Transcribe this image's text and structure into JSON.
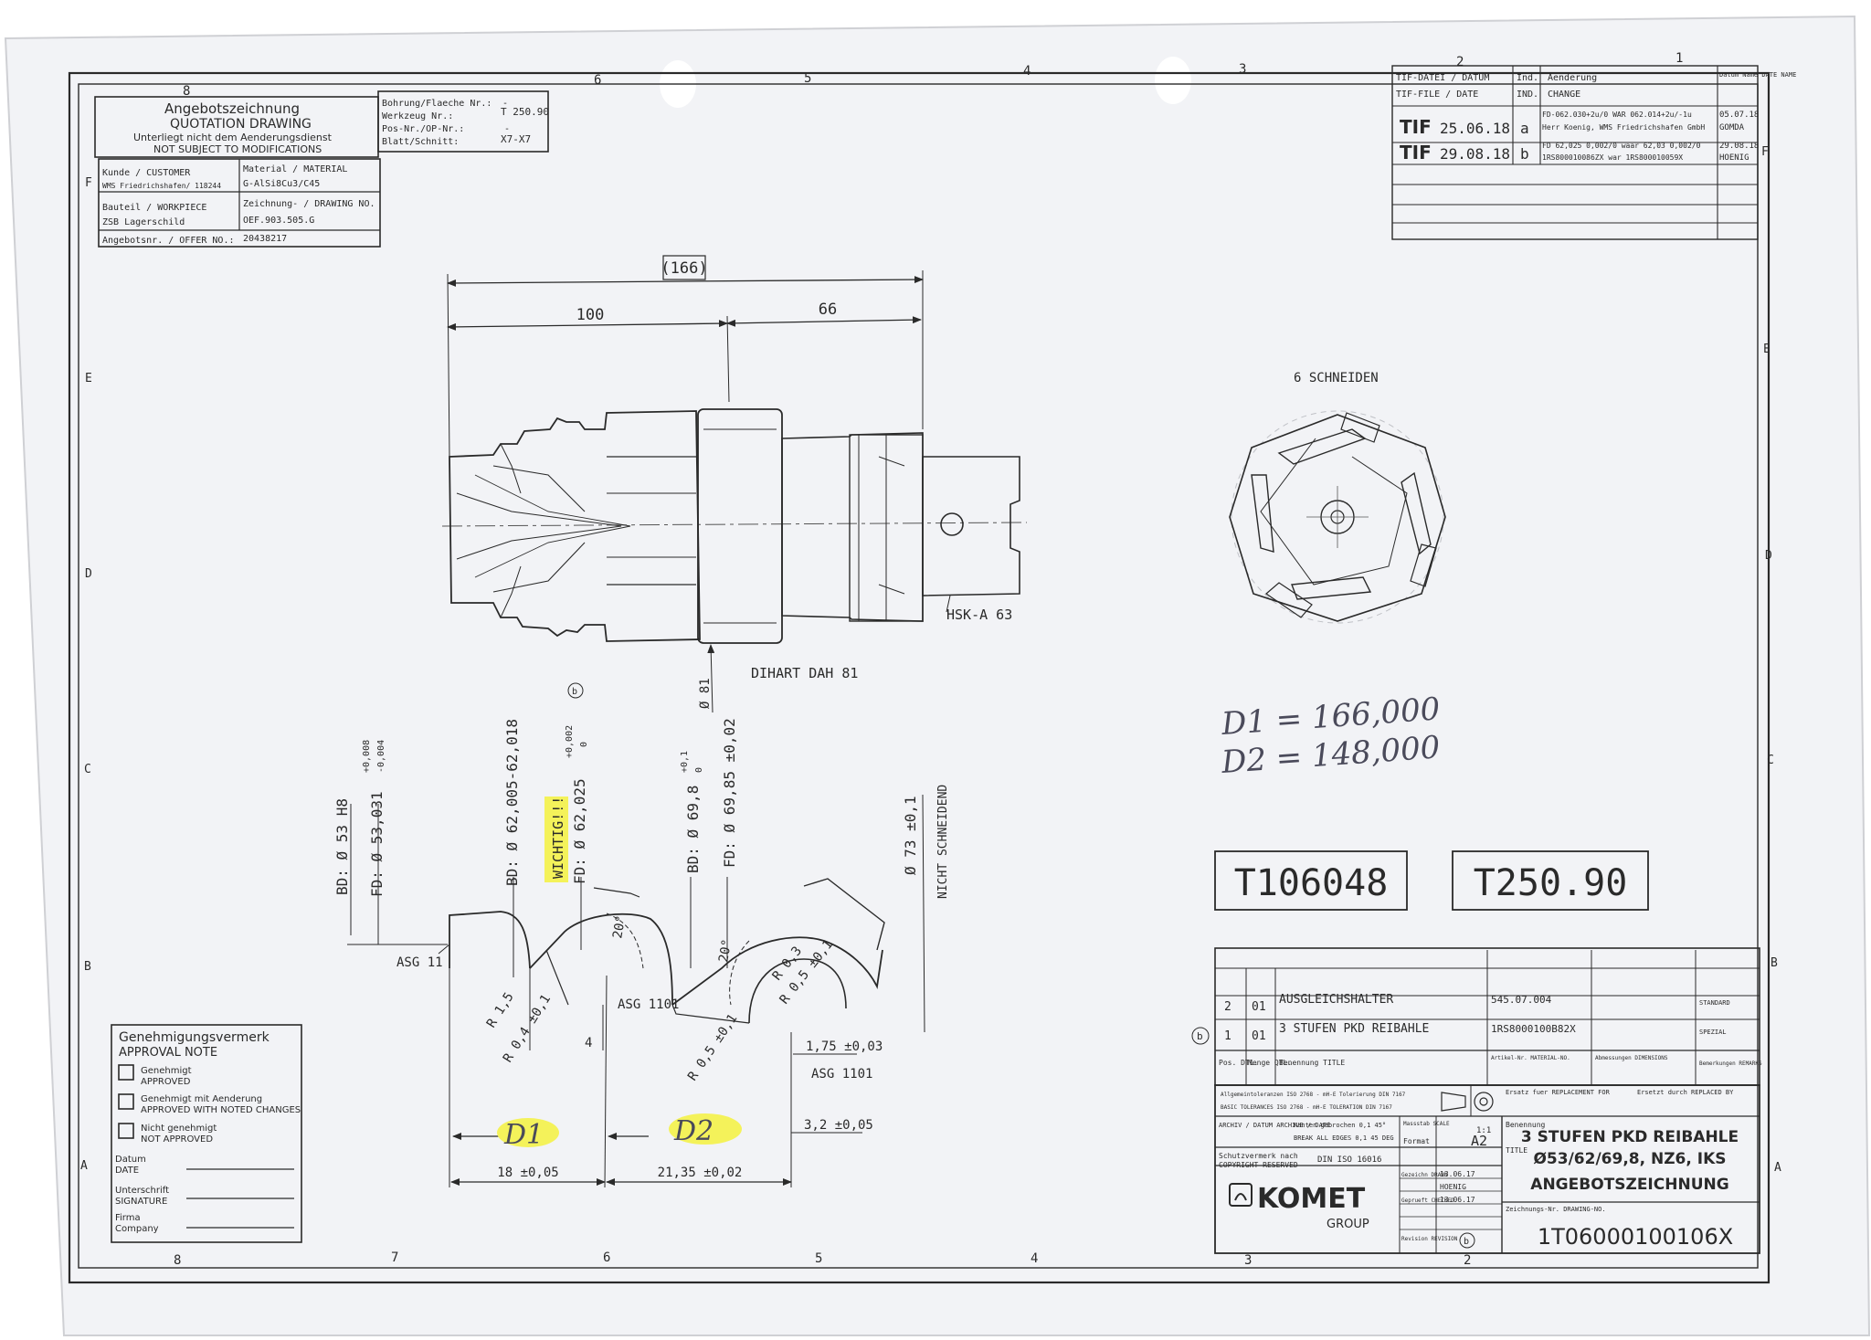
{
  "colors": {
    "paper": "#f2f3f6",
    "ink": "#2a2a2a",
    "highlight": "#f4f25a",
    "background": "#ffffff"
  },
  "grid": {
    "top_cols": [
      "8",
      "6",
      "5",
      "4",
      "3",
      "2",
      "1"
    ],
    "bottom_cols": [
      "8",
      "7",
      "6",
      "5",
      "4",
      "3",
      "2"
    ],
    "left_rows": [
      "F",
      "E",
      "D",
      "C",
      "B",
      "A"
    ],
    "right_rows": [
      "F",
      "E",
      "D",
      "C",
      "B",
      "A"
    ]
  },
  "header": {
    "title_de": "Angebotszeichnung",
    "title_en": "QUOTATION DRAWING",
    "note_de": "Unterliegt nicht dem Aenderungsdienst",
    "note_en": "NOT SUBJECT TO MODIFICATIONS",
    "bohrung_label": "Bohrung/Flaeche Nr.:",
    "bohrung_value": "-",
    "werkzeug_label": "Werkzeug Nr.:",
    "werkzeug_value": "T 250.90",
    "pos_label": "Pos-Nr./OP-Nr.:",
    "pos_value": "-",
    "blatt_label": "Blatt/Schnitt:",
    "blatt_value": "X7-X7",
    "customer_label": "Kunde / CUSTOMER",
    "customer_value": "WMS Friedrichshafen/ 118244",
    "material_label": "Material / MATERIAL",
    "material_value": "G-AlSi8Cu3/C45",
    "workpiece_label": "Bauteil / WORKPIECE",
    "workpiece_value": "ZSB Lagerschild",
    "drawing_label": "Zeichnung- / DRAWING NO.",
    "drawing_value": "OEF.903.505.G",
    "offer_label": "Angebotsnr. / OFFER NO.:",
    "offer_value": "20438217"
  },
  "revision_block": {
    "col_file": "TIF-DATEI / DATUM",
    "col_file_en": "TIF-FILE / DATE",
    "col_ind": "Ind.",
    "col_ind_en": "IND.",
    "col_change": "Aenderung",
    "col_change_en": "CHANGE",
    "col_date": "Datum Name DATE NAME",
    "rows": [
      {
        "tif": "TIF",
        "date": "25.06.18",
        "ind": "a",
        "change1": "FD-062.030+2u/0 WAR 062.014+2u/-1u",
        "change2": "Herr Koenig, WMS Friedrichshafen GmbH",
        "date1": "05.07.18",
        "name1": "GOMDA"
      },
      {
        "tif": "TIF",
        "date": "29.08.18",
        "ind": "b",
        "change1": "FD 62,025 0,002/0 waar 62,03 0,002/0",
        "change2": "1RS800010086ZX war 1RS800010059X",
        "date1": "29.08.18",
        "name1": "HOENIG"
      }
    ]
  },
  "drawing": {
    "dim_total": "(166)",
    "dim_left": "100",
    "dim_right": "66",
    "label_hsk": "HSK-A 63",
    "label_dihart": "DIHART DAH 81",
    "label_d81": "Ø 81",
    "label_cutters": "6 SCHNEIDEN",
    "dia_bd1": "BD: Ø 53 H8",
    "dia_fd1": "FD: Ø 53,031",
    "dia_fd1_tol_up": "+0,008",
    "dia_fd1_tol_lo": "-0,004",
    "dia_bd2": "BD: Ø 62,005-62,018",
    "wichtig": "WICHTIG!!!",
    "dia_fd2": "FD: Ø 62,025",
    "dia_fd2_tol_up": "+0,002",
    "dia_fd2_tol_lo": "0",
    "rev_marker": "b",
    "dia_bd3": "BD: Ø 69,8",
    "dia_bd3_tol_up": "+0,1",
    "dia_bd3_tol_lo": "0",
    "dia_fd3": "FD: Ø 69,85 ±0,02",
    "dia_73": "Ø 73 ±0,1",
    "nicht_schneidend": "NICHT SCHNEIDEND",
    "asg11": "ASG 11",
    "asg1101_a": "ASG 1101",
    "asg1101_b": "ASG 1101",
    "angle1": "20°",
    "angle2": "20°",
    "r15": "R 1,5",
    "r04": "R 0,4 ±0,1",
    "r05a": "R 0,5 ±0,1",
    "r03": "R 0,3",
    "r05b": "R 0,5 ±0,1",
    "dim_4": "4",
    "dim_175": "1,75 ±0,03",
    "dim_32": "3,2 ±0,05",
    "dim_18": "18 ±0,05",
    "dim_2135": "21,35 ±0,02",
    "d1_mark": "D1",
    "d2_mark": "D2",
    "hand_d1": "D1 = 166,000",
    "hand_d2": "D2 = 148,000",
    "box_id1": "T106048",
    "box_id2": "T250.90"
  },
  "approval": {
    "title_de": "Genehmigungsvermerk",
    "title_en": "APPROVAL NOTE",
    "options": [
      {
        "de": "Genehmigt",
        "en": "APPROVED"
      },
      {
        "de": "Genehmigt mit Aenderung",
        "en": "APPROVED WITH NOTED CHANGES"
      },
      {
        "de": "Nicht genehmigt",
        "en": "NOT APPROVED"
      }
    ],
    "date_de": "Datum",
    "date_en": "DATE",
    "sig_de": "Unterschrift",
    "sig_en": "SIGNATURE",
    "firm_de": "Firma",
    "firm_en": "Company"
  },
  "parts_list": {
    "rows": [
      {
        "pos": "2",
        "qty": "01",
        "title": "AUSGLEICHSHALTER",
        "art": "545.07.004",
        "dim": "",
        "repl": "STANDARD"
      },
      {
        "pos": "1",
        "qty": "01",
        "title": "3 STUFEN PKD REIBAHLE",
        "art": "1RS8000100B82X",
        "dim": "",
        "repl": "SPEZIAL"
      }
    ],
    "row_marker": "b",
    "hdr_pos": "Pos. DTL.",
    "hdr_qty": "Menge QTL.",
    "hdr_title": "Benennung TITLE",
    "hdr_art": "Artikel-Nr. MATERIAL-NO.",
    "hdr_dim": "Abmessungen DIMENSIONS",
    "hdr_remarks": "Bemerkungen REMARKS"
  },
  "title_block": {
    "tol_de": "Allgemeintoleranzen ISO 2768 - mH-E   Tolerierung DIN 7167",
    "tol_en": "BASIC TOLERANCES ISO 2768 - mH-E   TOLERATION DIN 7167",
    "replaced_de": "Ersatz fuer  REPLACEMENT FOR",
    "replaced_by": "Ersetzt durch  REPLACED BY",
    "archive": "ARCHIV / DATUM  ARCHIVE / DATE",
    "edges": "Kanten gebrochen 0,1  45°",
    "edges_en": "BREAK ALL EDGES 0,1  45 DEG",
    "scale_label": "Massstab SCALE",
    "scale_value": "1:1",
    "format_label": "Format",
    "format_value": "A2",
    "protect_de": "Schutzvermerk nach",
    "protect_en": "COPYRIGHT RESERVED",
    "protect_din": "DIN ISO 16016",
    "drawn_label": "Gezeichn DRAWN",
    "drawn_date": "13.06.17",
    "drawn_name": "HOENIG",
    "checked_label": "Geprueft CHECKED",
    "checked_date": "13.06.17",
    "revision_label": "Revision REVISION",
    "revision_value": "b",
    "company": "KOMET",
    "company_sub": "GROUP",
    "name_label": "Benennung",
    "title_label": "TITLE",
    "title1": "3 STUFEN PKD REIBAHLE",
    "title2": "Ø53/62/69,8, NZ6, IKS",
    "title3": "ANGEBOTSZEICHNUNG",
    "drawing_no_label": "Zeichnungs-Nr. DRAWING-NO.",
    "drawing_no": "1T06000100106X"
  }
}
